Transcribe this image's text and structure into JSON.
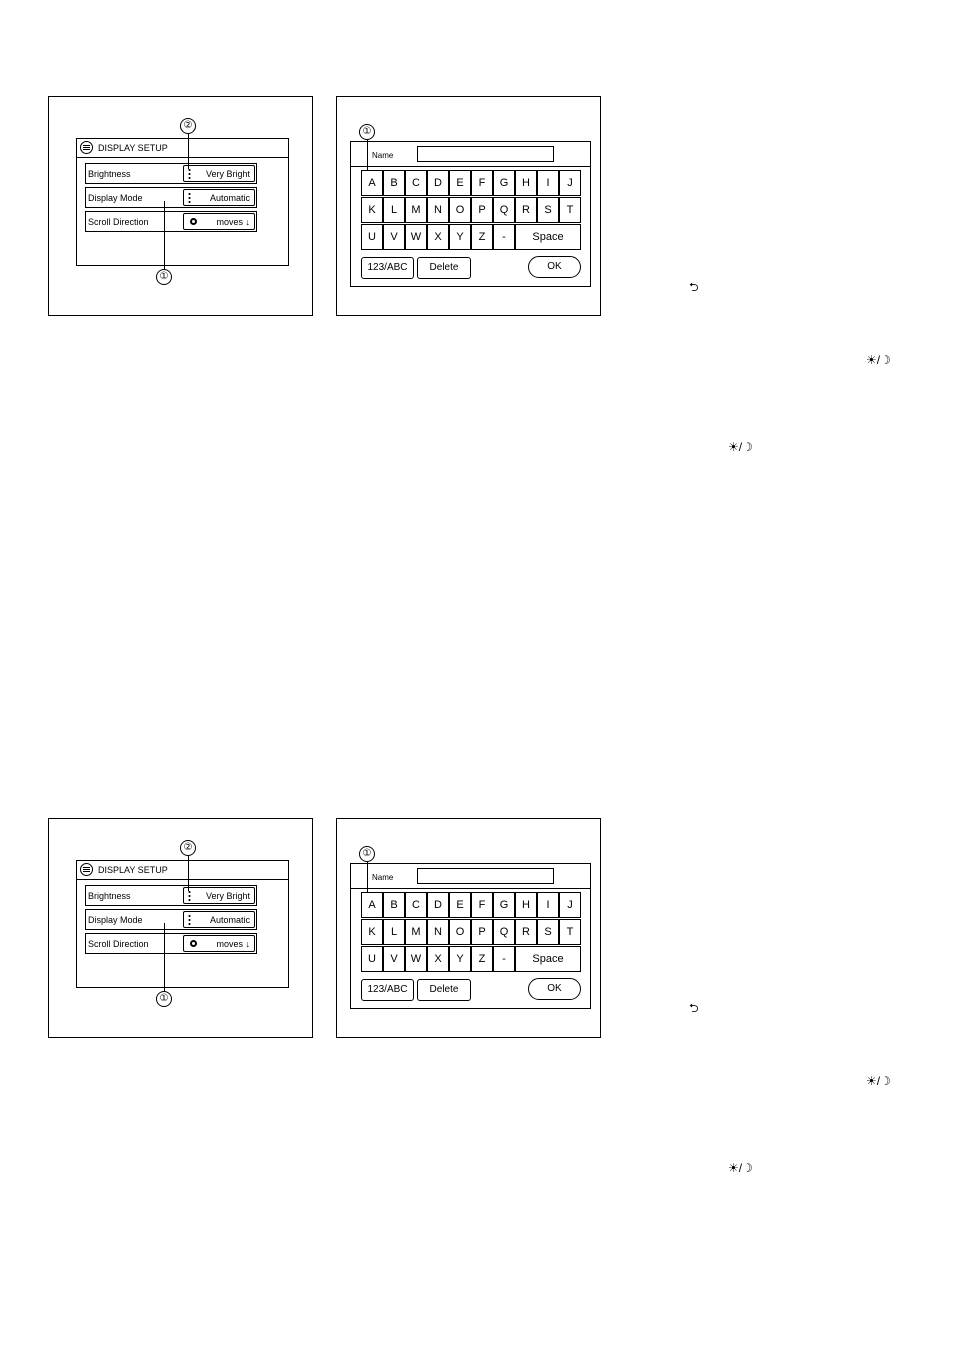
{
  "display_setup": {
    "title": "DISPLAY SETUP",
    "rows": [
      {
        "label": "Brightness",
        "value": "Very Bright"
      },
      {
        "label": "Display Mode",
        "value": "Automatic"
      },
      {
        "label": "Scroll Direction",
        "value": "moves ↓"
      }
    ],
    "callouts": [
      "②",
      "①"
    ]
  },
  "keyboard": {
    "callout": "①",
    "name_label": "Name",
    "name_value": "",
    "rows": [
      [
        "A",
        "B",
        "C",
        "D",
        "E",
        "F",
        "G",
        "H",
        "I",
        "J"
      ],
      [
        "K",
        "L",
        "M",
        "N",
        "O",
        "P",
        "Q",
        "R",
        "S",
        "T"
      ],
      [
        "U",
        "V",
        "W",
        "X",
        "Y",
        "Z",
        "-",
        "Space"
      ]
    ],
    "mode_label": "123/ABC",
    "delete_label": "Delete",
    "ok_label": "OK"
  },
  "margin_icons": {
    "back": "⮌",
    "day_night": "☀/☽"
  }
}
